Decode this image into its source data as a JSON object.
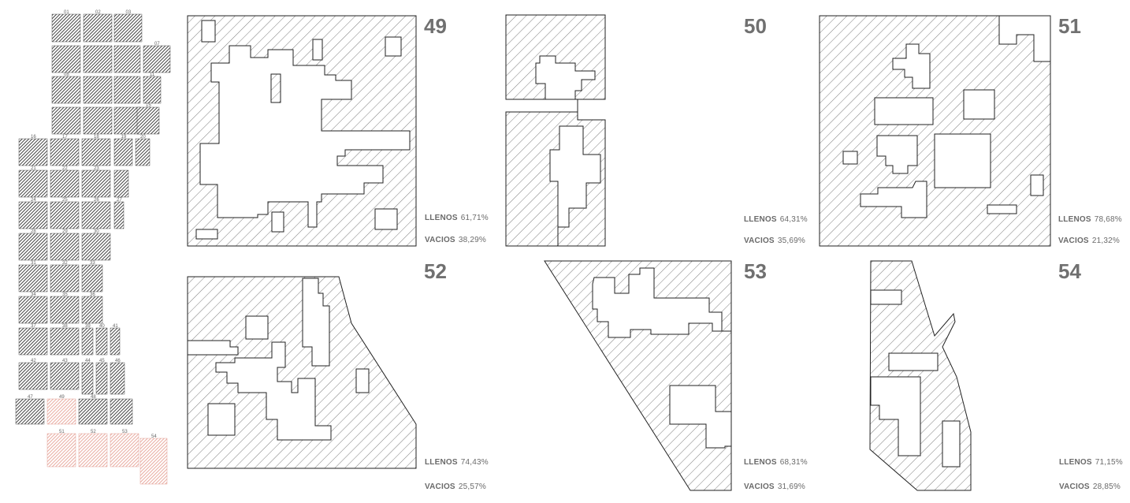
{
  "colors": {
    "hatch": "#6e6e6e",
    "outline": "#222222",
    "keymap_dark": "#3a3a3a",
    "keymap_highlight": "#e8a79c",
    "number_text": "#707070",
    "stat_text": "#6a6a6a"
  },
  "keymap": {
    "labels": [
      "01",
      "02",
      "03",
      "07",
      "08",
      "11",
      "15",
      "16",
      "17",
      "18",
      "19",
      "20",
      "21",
      "22",
      "23",
      "24",
      "25",
      "26",
      "27",
      "28",
      "29",
      "30",
      "31",
      "32",
      "33",
      "34",
      "35",
      "36",
      "37",
      "38",
      "39",
      "40",
      "41",
      "42",
      "43",
      "44",
      "45",
      "46",
      "47",
      "48",
      "49",
      "50",
      "51",
      "52",
      "53",
      "54"
    ],
    "highlighted_blocks": [
      "49",
      "50",
      "51",
      "52",
      "53",
      "54"
    ]
  },
  "blocks": [
    {
      "id": "b49",
      "number": "49",
      "llenos_label": "LLENOS",
      "llenos_value": "61,71%",
      "vacios_label": "VACIOS",
      "vacios_value": "38,29%"
    },
    {
      "id": "b50",
      "number": "50",
      "llenos_label": "LLENOS",
      "llenos_value": "64,31%",
      "vacios_label": "VACIOS",
      "vacios_value": "35,69%"
    },
    {
      "id": "b51",
      "number": "51",
      "llenos_label": "LLENOS",
      "llenos_value": "78,68%",
      "vacios_label": "VACIOS",
      "vacios_value": "21,32%"
    },
    {
      "id": "b52",
      "number": "52",
      "llenos_label": "LLENOS",
      "llenos_value": "74,43%",
      "vacios_label": "VACIOS",
      "vacios_value": "25,57%"
    },
    {
      "id": "b53",
      "number": "53",
      "llenos_label": "LLENOS",
      "llenos_value": "68,31%",
      "vacios_label": "VACIOS",
      "vacios_value": "31,69%"
    },
    {
      "id": "b54",
      "number": "54",
      "llenos_label": "LLENOS",
      "llenos_value": "71,15%",
      "vacios_label": "VACIOS",
      "vacios_value": "28,85%"
    }
  ]
}
